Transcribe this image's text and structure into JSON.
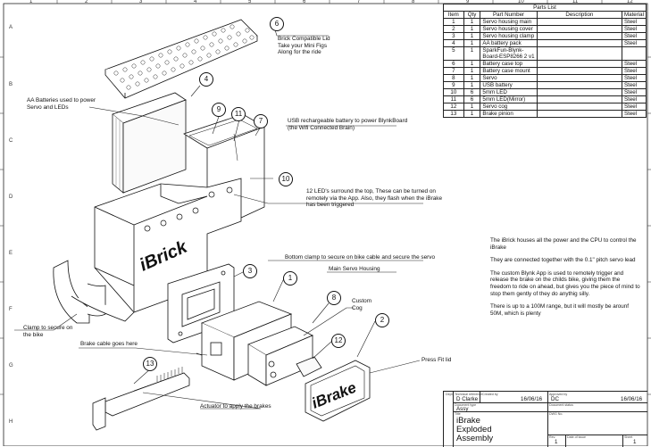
{
  "sheet": {
    "zones_top": [
      "1",
      "2",
      "3",
      "4",
      "5",
      "6",
      "7",
      "8",
      "9",
      "10",
      "11",
      "12"
    ],
    "zones_side": [
      "A",
      "B",
      "C",
      "D",
      "E",
      "F",
      "G",
      "H"
    ]
  },
  "drawing": {
    "brick_logo": "iBrick",
    "brake_logo": "iBrake",
    "balloons": [
      "6",
      "4",
      "9",
      "11",
      "7",
      "10",
      "3",
      "1",
      "8",
      "2",
      "12",
      "13"
    ]
  },
  "callouts": {
    "lid": "Brick Compatible Lid\nTake your Mini Figs\nAlong for the ride",
    "batteries": "AA Batteries used to power\nServo and LEDs",
    "usb": "USB rechargeable battery to power BlynkBoard\n(the Wifi Connected Brain)",
    "leds": "12 LED's surround the top, These can be turned on\nremotely via the App. Also, they flash when the iBrake\nhas been triggered",
    "bottom_clamp": "Bottom clamp to secure on bike cable and secure the servo",
    "main_servo": "Main Servo Housing",
    "custom_cog": "Custom\nCog",
    "clamp": "Clamp to secure on\nthe bike",
    "brake_cable": "Brake cable goes here",
    "press_fit": "Press Fit lid",
    "actuator": "Actuator to apply the brakes"
  },
  "parts_list": {
    "title": "Parts List",
    "headers": [
      "Item",
      "Qty",
      "Part Number",
      "Description",
      "Material"
    ],
    "rows": [
      [
        "1",
        "1",
        "Servo housing main",
        "",
        "Steel"
      ],
      [
        "2",
        "1",
        "Servo housing cover",
        "",
        "Steel"
      ],
      [
        "3",
        "1",
        "Servo housing clamp",
        "",
        "Steel"
      ],
      [
        "4",
        "1",
        "AA battery pack",
        "",
        "Steel"
      ],
      [
        "5",
        "1",
        "SparkFun-Blynk-Board-ESP8266 2 v1",
        "",
        ""
      ],
      [
        "6",
        "1",
        "Battery case top",
        "",
        "Steel"
      ],
      [
        "7",
        "1",
        "Battery case mount",
        "",
        "Steel"
      ],
      [
        "8",
        "1",
        "Servo",
        "",
        "Steel"
      ],
      [
        "9",
        "1",
        "USB battery",
        "",
        "Steel"
      ],
      [
        "10",
        "6",
        "5mm LED",
        "",
        "Steel"
      ],
      [
        "11",
        "6",
        "5mm LED(Mirror)",
        "",
        "Steel"
      ],
      [
        "12",
        "1",
        "Servo cog",
        "",
        "Steel"
      ],
      [
        "13",
        "1",
        "Brake pinion",
        "",
        "Steel"
      ]
    ]
  },
  "description": [
    "The iBrick houses all the power and the CPU to control the iBrake",
    "They are connected together with the 0.1\" pitch servo lead",
    "The custom Blynk App is used to remotely trigger and release the brake on the childs bike, giving them the freedom to ride on ahead, but gives you the piece of mind to stop them gently of they do anythig silly.",
    "There is up to a 100M range, but it will mostly be arounf 50M, which is plenty"
  ],
  "title_block": {
    "labels": {
      "dept": "Dept.",
      "tech_ref": "Technical reference",
      "created_by": "Created by",
      "approved_by": "Approved by",
      "doc_type": "Document type",
      "doc_status": "Document status",
      "title": "Title",
      "dwg_no": "DWG No.",
      "rev": "Rev.",
      "date_of_issue": "Date of issue",
      "sheet": "Sheet"
    },
    "created_by": "D Clarke",
    "created_date": "16/06/16",
    "approved_by": "DC",
    "approved_date": "16/06/16",
    "doc_type": "Assy",
    "title": "iBrake\nExploded\nAssembly",
    "rev": "1",
    "sheet": "1"
  }
}
